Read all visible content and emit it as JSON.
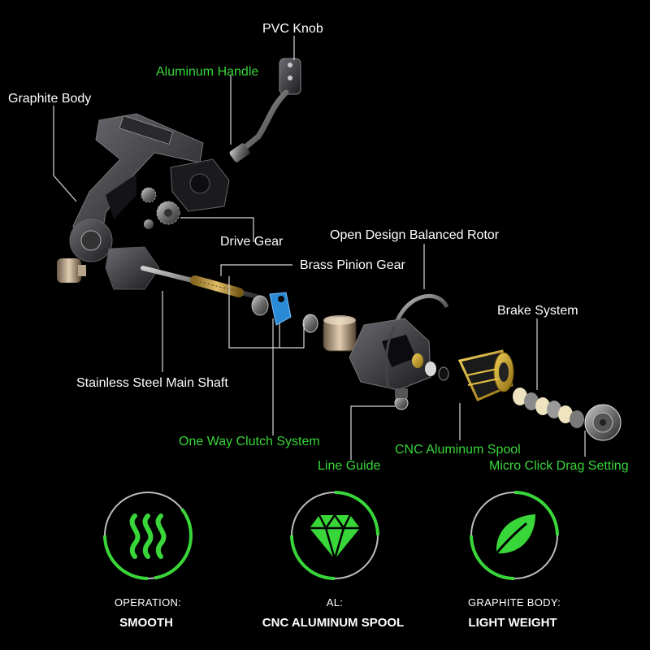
{
  "labels": {
    "pvc_knob": "PVC Knob",
    "aluminum_handle": "Aluminum Handle",
    "graphite_body": "Graphite Body",
    "drive_gear": "Drive Gear",
    "open_design_rotor": "Open Design Balanced Rotor",
    "brass_pinion_gear": "Brass Pinion Gear",
    "brake_system": "Brake System",
    "stainless_main_shaft": "Stainless Steel Main Shaft",
    "one_way_clutch": "One Way Clutch System",
    "cnc_spool": "CNC Aluminum Spool",
    "line_guide": "Line Guide",
    "micro_click_drag": "Micro Click Drag Setting"
  },
  "features": [
    {
      "icon": "heat-waves-icon",
      "caption": "OPERATION:",
      "value": "SMOOTH"
    },
    {
      "icon": "diamond-icon",
      "caption": "AL:",
      "value": "CNC ALUMINUM SPOOL"
    },
    {
      "icon": "leaf-icon",
      "caption": "GRAPHITE BODY:",
      "value": "LIGHT WEIGHT"
    }
  ],
  "colors": {
    "background": "#000000",
    "accent_green": "#39d63a",
    "label_white": "#ffffff",
    "leader_line": "#d9d9d9"
  }
}
